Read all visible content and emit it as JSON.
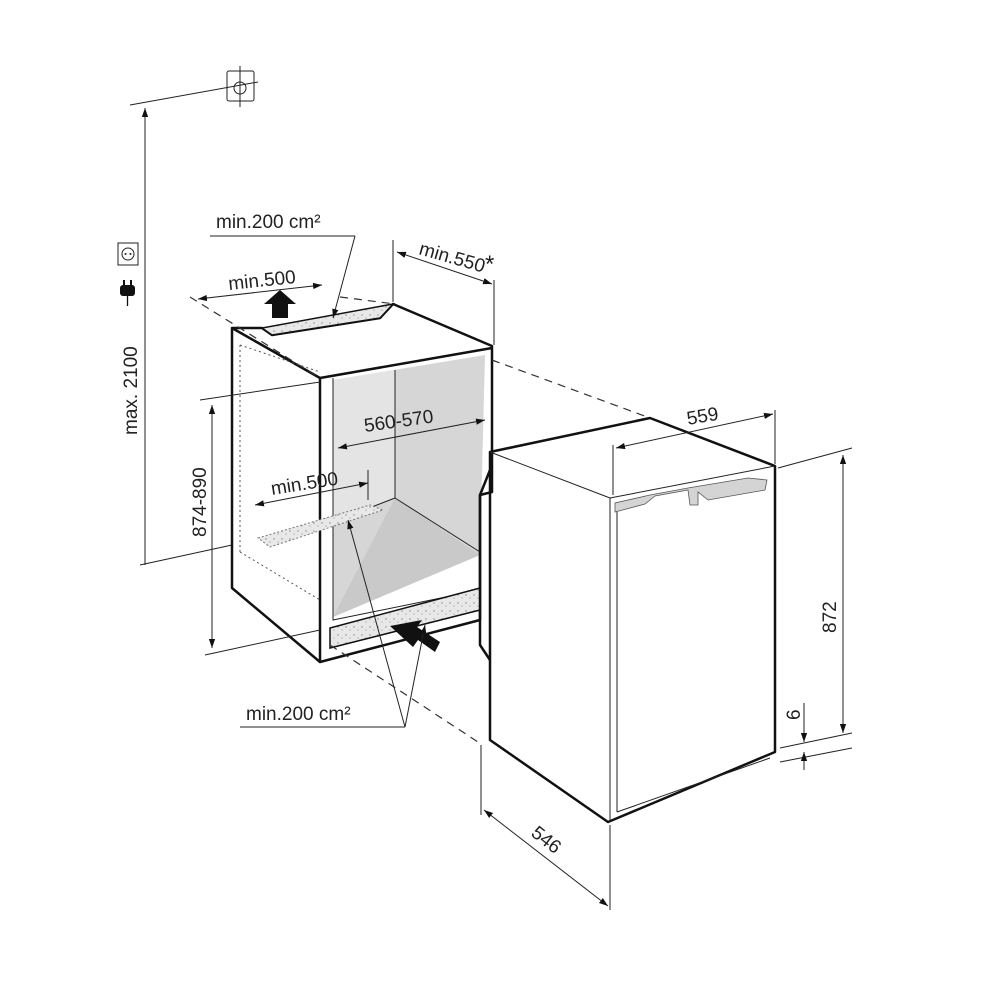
{
  "labels": {
    "top_vent_area": "min.200 cm²",
    "top_vent_width": "min.500",
    "niche_depth": "min.550",
    "niche_depth_note": "*",
    "niche_width": "560-570",
    "bottom_vent_width": "min.500",
    "niche_height": "874-890",
    "max_height": "max. 2100",
    "bottom_vent_area": "min.200 cm²",
    "appliance_width": "559",
    "appliance_height": "872",
    "plinth_gap": "6",
    "appliance_depth": "546"
  },
  "icons": [
    "wall-anchor-icon",
    "power-socket-icon",
    "power-plug-icon",
    "airflow-arrow-icon"
  ]
}
